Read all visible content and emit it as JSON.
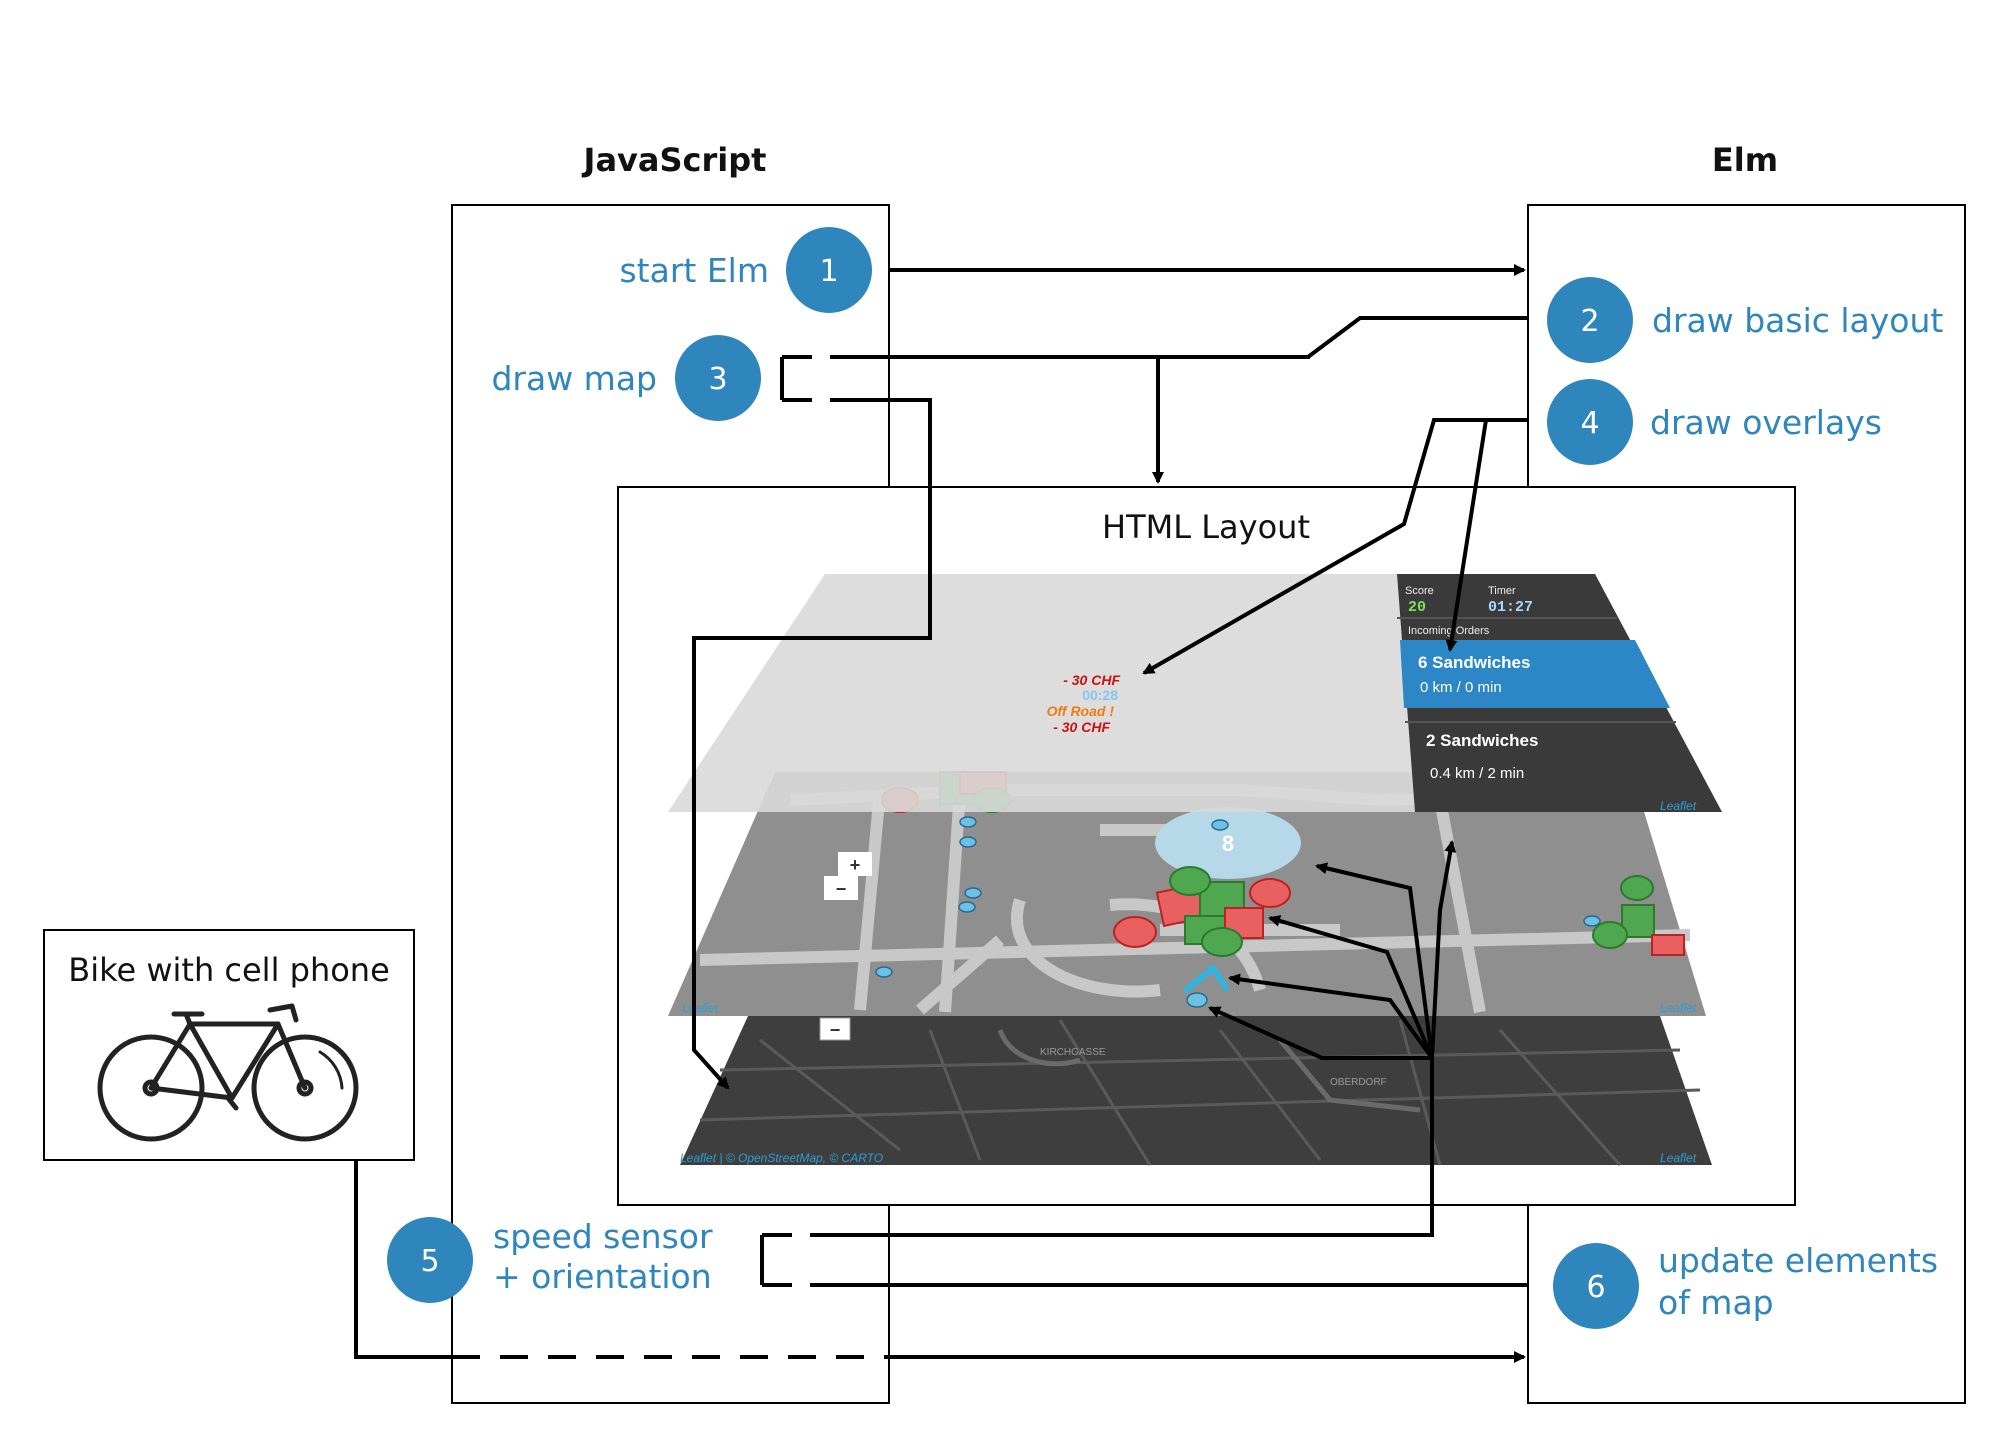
{
  "headings": {
    "javascript": "JavaScript",
    "elm": "Elm"
  },
  "steps": {
    "s1": {
      "num": "1",
      "label": "start Elm"
    },
    "s2": {
      "num": "2",
      "label": "draw basic layout"
    },
    "s3": {
      "num": "3",
      "label": "draw map"
    },
    "s4": {
      "num": "4",
      "label": "draw overlays"
    },
    "s5": {
      "num": "5",
      "label_line1": "speed sensor",
      "label_line2": "+ orientation"
    },
    "s6": {
      "num": "6",
      "label_line1": "update elements",
      "label_line2": "of map"
    }
  },
  "html_layout": {
    "title": "HTML Layout"
  },
  "bike": {
    "title": "Bike with cell phone",
    "icon": "bicycle-icon"
  },
  "overlay_ui": {
    "score_label": "Score",
    "score_value": "20",
    "timer_label": "Timer",
    "timer_value": "01:27",
    "incoming_orders": "Incoming Orders",
    "orders": [
      {
        "title": "6 Sandwiches",
        "detail": "0 km / 0 min"
      },
      {
        "title": "2 Sandwiches",
        "detail": "0.4 km / 2 min"
      }
    ],
    "penalty_1": "- 30 CHF",
    "countdown": "00:28",
    "off_road": "Off Road !",
    "penalty_2": "- 30 CHF",
    "leaflet_label": "Leaflet"
  },
  "marker_layer": {
    "cluster_count": "8",
    "zoom_in": "+",
    "zoom_out": "−",
    "leaflet_label": "Leaflet"
  },
  "tile_layer": {
    "attribution": "Leaflet | © OpenStreetMap, © CARTO",
    "leaflet_label": "Leaflet",
    "zoom_out": "−"
  },
  "colors": {
    "accent": "#2f86bd",
    "badge": "#2f86bd",
    "order_highlight": "#2d86c6",
    "panel_dark": "#3a3a3a"
  }
}
